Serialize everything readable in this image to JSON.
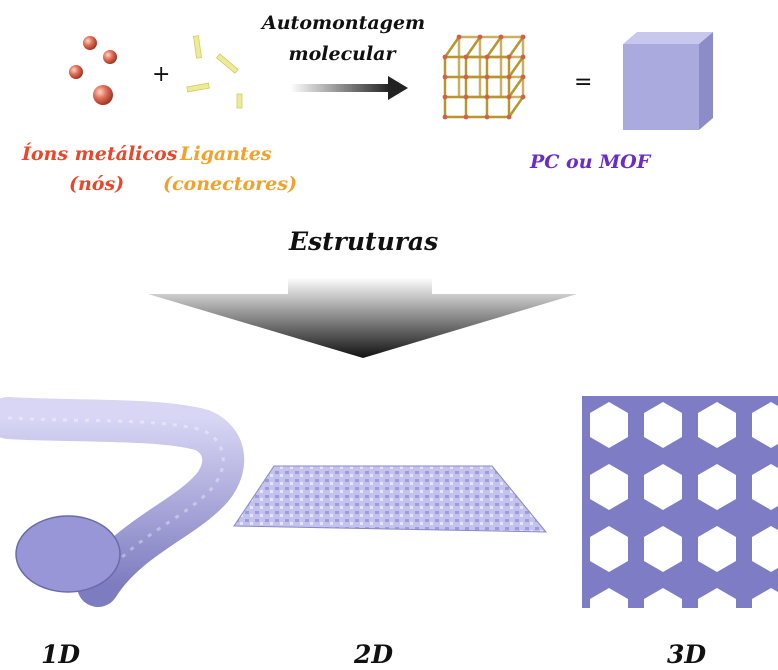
{
  "top": {
    "process_label_line1": "Automontagem",
    "process_label_line2": "molecular",
    "plus_sign": "+",
    "equals_sign": "=",
    "ions_label_line1": "Íons metálicos",
    "ions_label_line2": "(nós)",
    "ligands_label_line1": "Ligantes",
    "ligands_label_line2": "(conectores)",
    "product_label": "PC ou MOF"
  },
  "middle": {
    "structures_title": "Estruturas"
  },
  "bottom": {
    "label_1d": "1D",
    "label_2d": "2D",
    "label_3d": "3D"
  },
  "colors": {
    "metal_ion": "#e0705a",
    "ligand": "#e6e68a",
    "framework_gold": "#c8a63a",
    "node": "#d0604a",
    "mof_cube": "#aaaadf",
    "material": "#b7b5e6",
    "label_red": "#e8472a",
    "label_orange": "#f2a22a",
    "label_purple": "#6a2cc8"
  }
}
